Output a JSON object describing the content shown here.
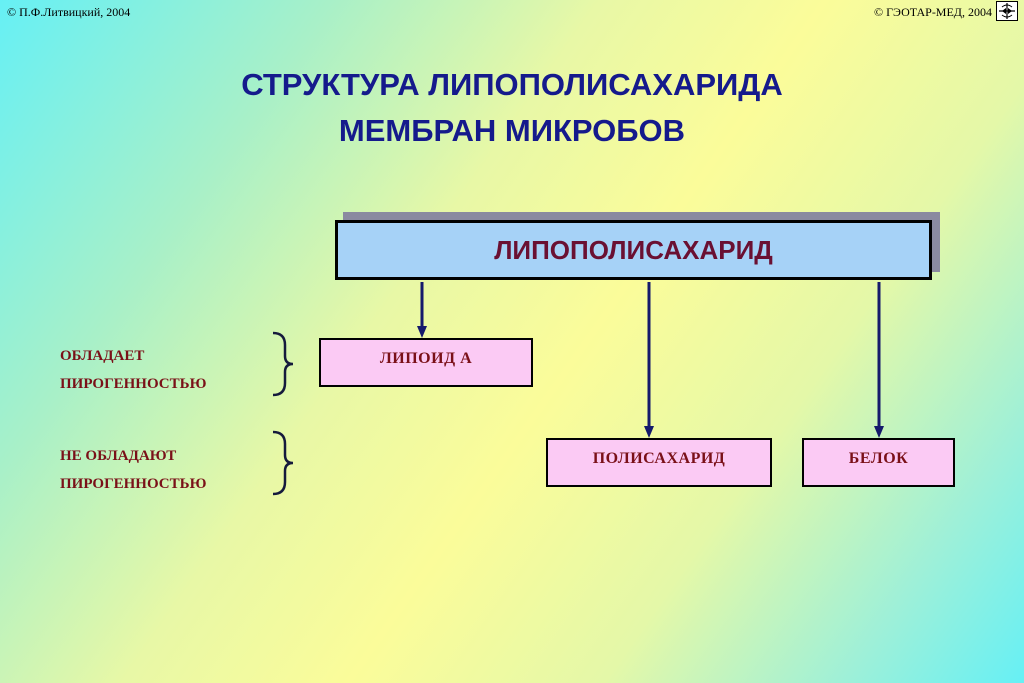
{
  "header": {
    "copyright_left": "© П.Ф.Литвицкий, 2004",
    "copyright_right": "© ГЭОТАР-МЕД, 2004"
  },
  "title": {
    "line1": "СТРУКТУРА  ЛИПОПОЛИСАХАРИДА",
    "line2": "МЕМБРАН  МИКРОБОВ"
  },
  "diagram": {
    "root": "ЛИПОПОЛИСАХАРИД",
    "children": [
      {
        "id": "lipoid",
        "label": "ЛИПОИД  А"
      },
      {
        "id": "polysaccharide",
        "label": "ПОЛИСАХАРИД"
      },
      {
        "id": "protein",
        "label": "БЕЛОК"
      }
    ],
    "side_labels": {
      "pyrogenic": {
        "line1": "ОБЛАДАЕТ",
        "line2": "ПИРОГЕННОСТЬЮ"
      },
      "non_pyrogenic": {
        "line1": "НЕ ОБЛАДАЮТ",
        "line2": "ПИРОГЕННОСТЬЮ"
      }
    }
  },
  "colors": {
    "title": "#151a8c",
    "root_fill": "#a6d2f7",
    "root_text": "#6a1032",
    "child_fill": "#fbcaf4",
    "child_text": "#7a1018",
    "arrow": "#151a6c"
  },
  "icons": {
    "corner": "navigation-logo-icon"
  }
}
